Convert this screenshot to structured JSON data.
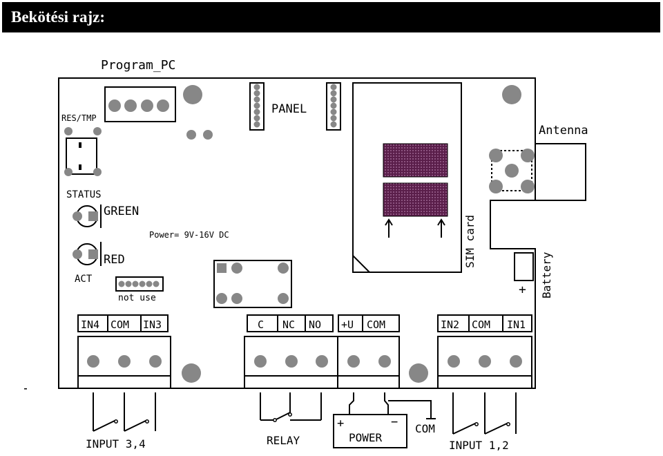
{
  "title": "Bekötési rajz:",
  "labels": {
    "program_pc": "Program_PC",
    "panel": "PANEL",
    "antenna": "Antenna",
    "res_tmp": "RES/TMP",
    "status": "STATUS",
    "green": "GREEN",
    "red": "RED",
    "act": "ACT",
    "power_spec": "Power= 9V-16V DC",
    "not_use": "not use",
    "sim_card": "SIM card",
    "battery": "Battery",
    "battery_plus": "+",
    "in4": "IN4",
    "com_a": "COM",
    "in3": "IN3",
    "c": "C",
    "nc": "NC",
    "no": "NO",
    "plus_u": "+U",
    "com_b": "COM",
    "in2": "IN2",
    "com_c": "COM",
    "in1": "IN1",
    "input_34": "INPUT 3,4",
    "relay": "RELAY",
    "power_box": "POWER",
    "power_plus": "+",
    "power_minus": "−",
    "com_ground": "COM",
    "input_12": "INPUT 1,2"
  },
  "colors": {
    "line": "#000000",
    "pad": "#878787",
    "sim_chip": "#5a1e4a"
  }
}
